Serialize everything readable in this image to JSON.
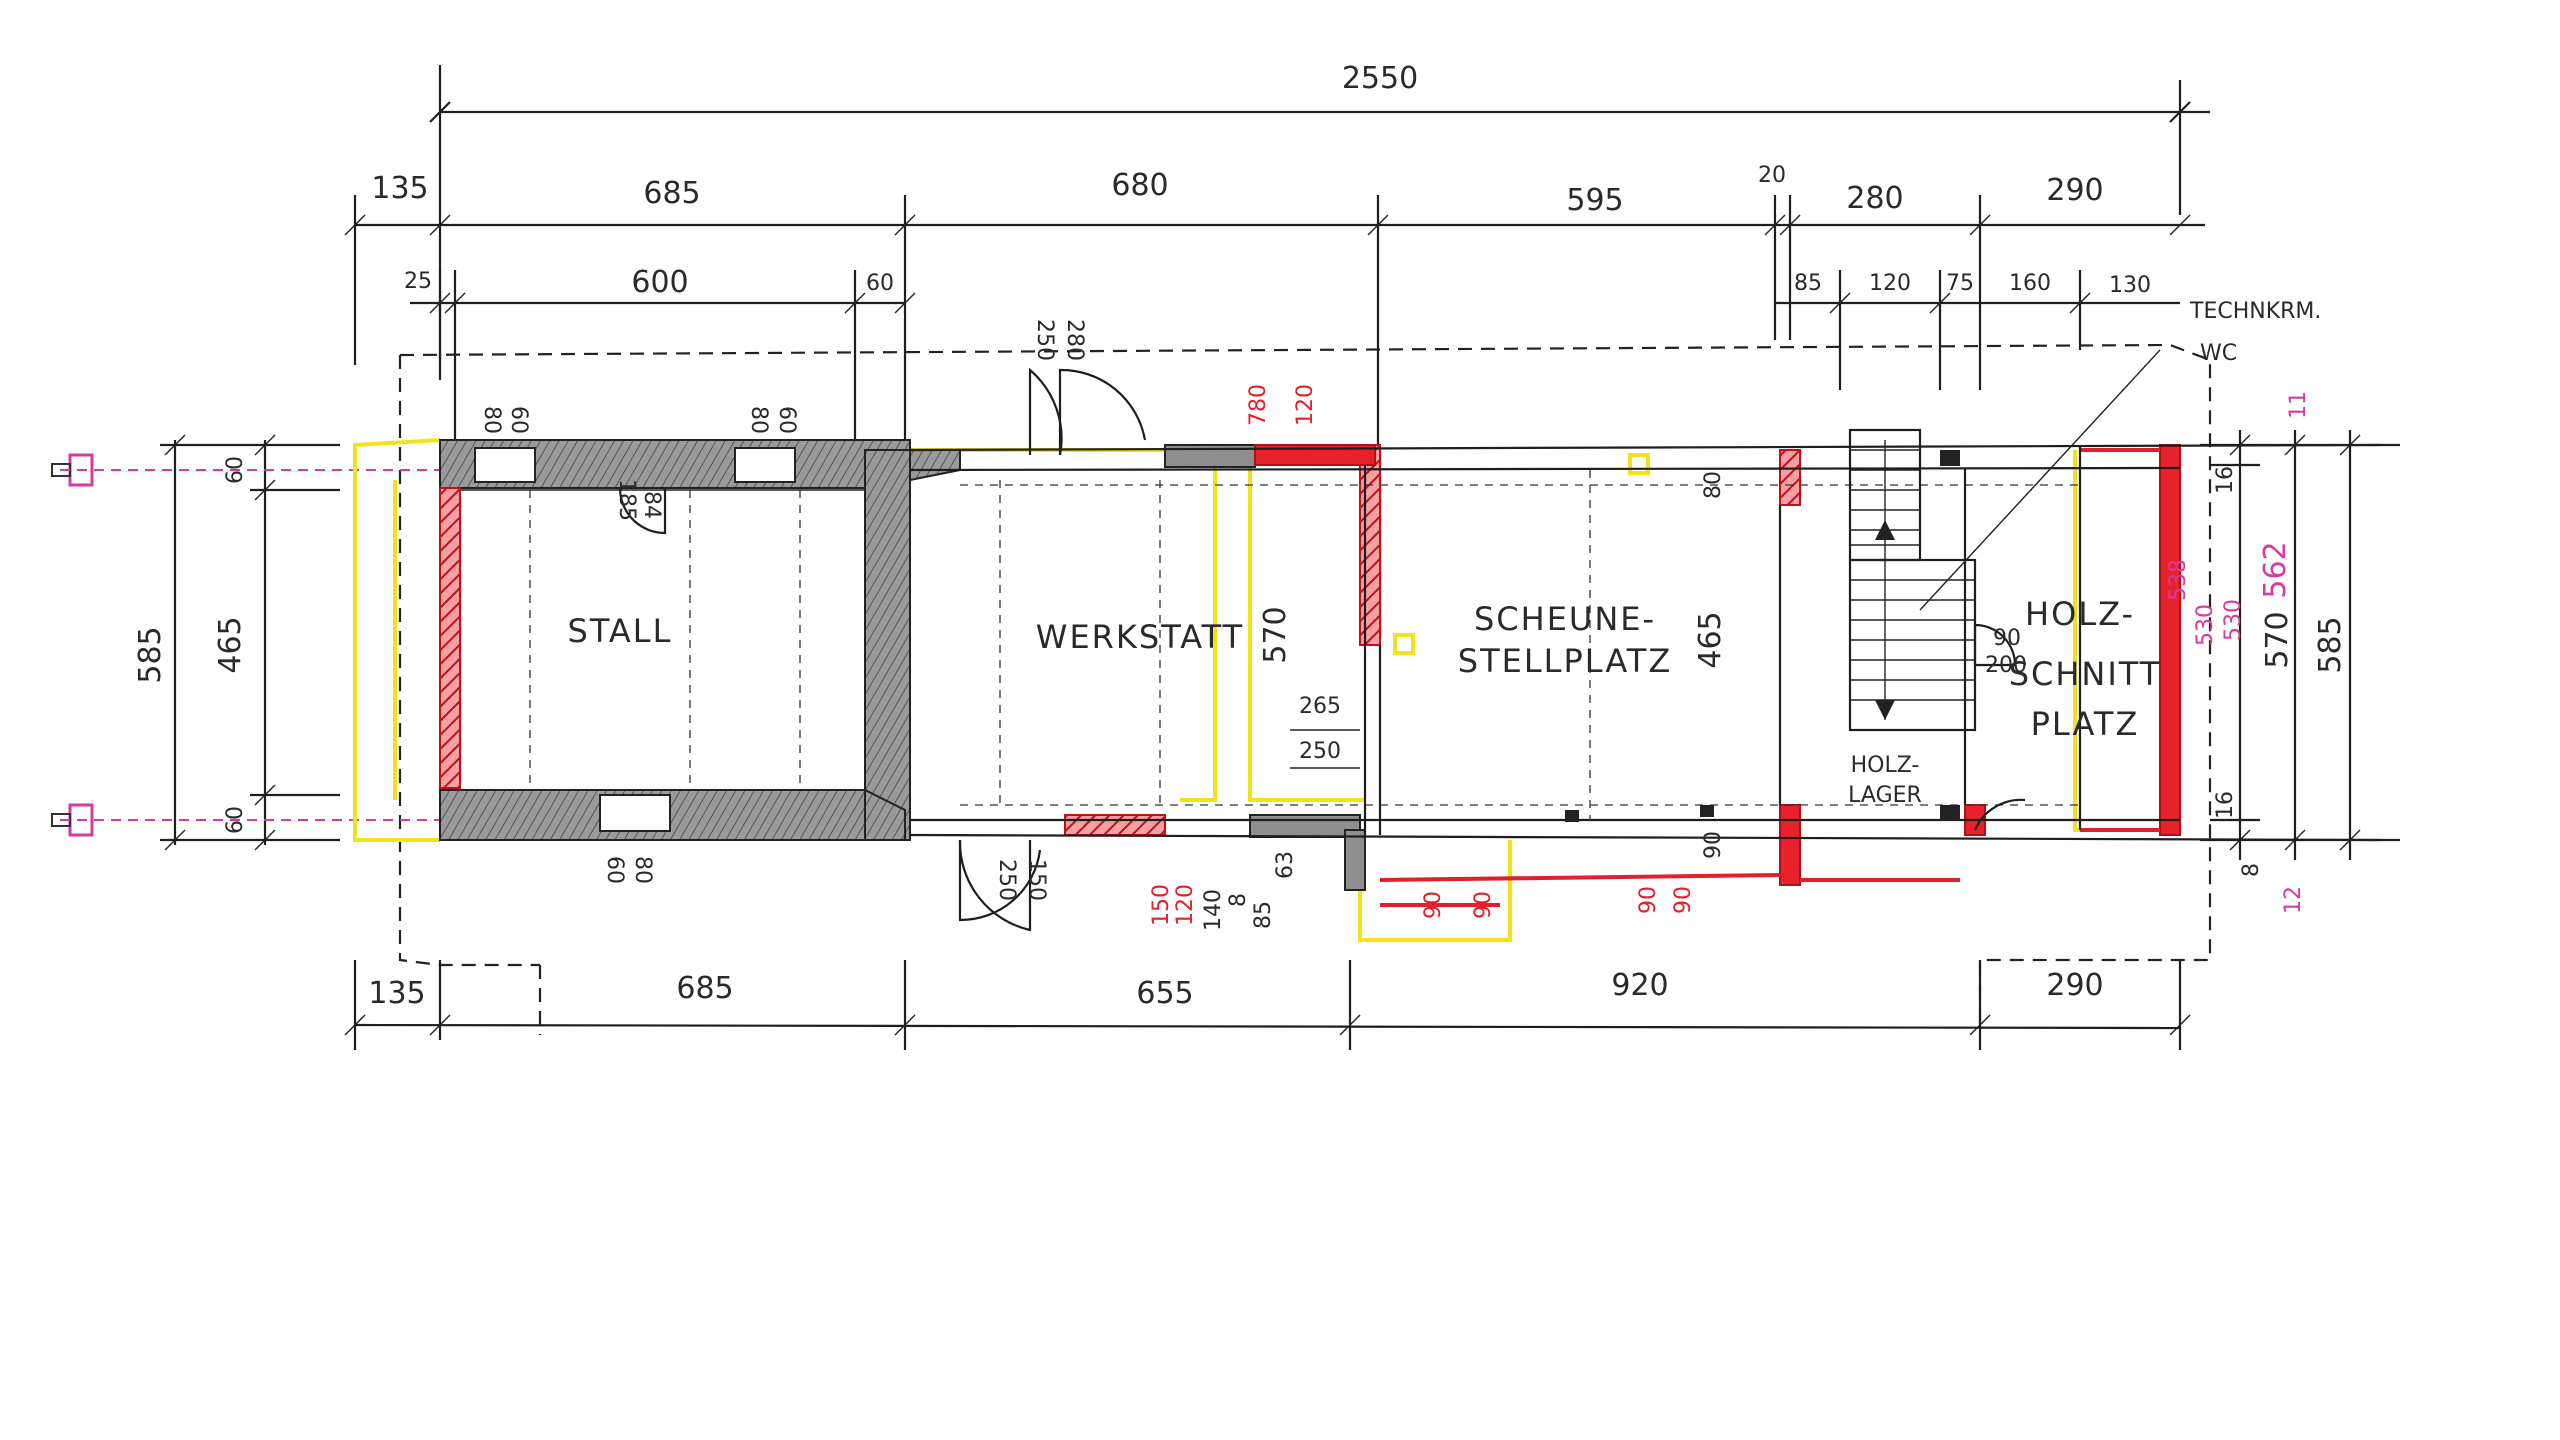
{
  "rooms": {
    "stall": "STALL",
    "werkstatt": "WERKSTATT",
    "scheune_1": "SCHEUNE-",
    "scheune_2": "STELLPLATZ",
    "holz_1": "HOLZ-",
    "holz_2": "SCHNITT",
    "holz_3": "PLATZ",
    "holzlager_1": "HOLZ-",
    "holzlager_2": "LAGER",
    "techn": "TECHNKRM.",
    "wc": "WC"
  },
  "dims_top": {
    "total": "2550",
    "row2": [
      "135",
      "685",
      "680",
      "595",
      "20",
      "280",
      "290"
    ],
    "row3": [
      "25",
      "600",
      "60"
    ],
    "row3_right": [
      "85",
      "120",
      "75",
      "160",
      "130"
    ]
  },
  "dims_bottom": [
    "135",
    "685",
    "655",
    "920",
    "290"
  ],
  "dims_left": [
    "585",
    "465",
    "60",
    "60"
  ],
  "dims_right": [
    "585",
    "570",
    "562",
    "16",
    "16",
    "8",
    "12",
    "11"
  ],
  "dims_inner": {
    "door_top_a": "250",
    "door_top_b": "280",
    "door_bottom_a": "250",
    "door_bottom_b": "150",
    "wall_570": "570",
    "wall_465": "465",
    "d265": "265",
    "d250": "250",
    "d80a": "80",
    "d90a": "90",
    "d90": "90",
    "d200": "200",
    "d140": "140",
    "d85": "85",
    "d63": "63",
    "d8": "8",
    "stall_top": [
      "80",
      "60",
      "80",
      "60"
    ],
    "stall_bottom": [
      "60",
      "80"
    ],
    "stall_door": [
      "185",
      "84"
    ],
    "red_top": [
      "780",
      "120"
    ],
    "red_bottom": [
      "150",
      "120"
    ],
    "red_scheune": [
      "90",
      "90",
      "90",
      "90"
    ],
    "mag_right": [
      "530",
      "538",
      "530"
    ]
  },
  "colors": {
    "existing_wall": "#8e8e8e",
    "new_wall": "#e8222c",
    "demolish_outline": "#f2e21a",
    "annotation": "#d63aa0"
  }
}
